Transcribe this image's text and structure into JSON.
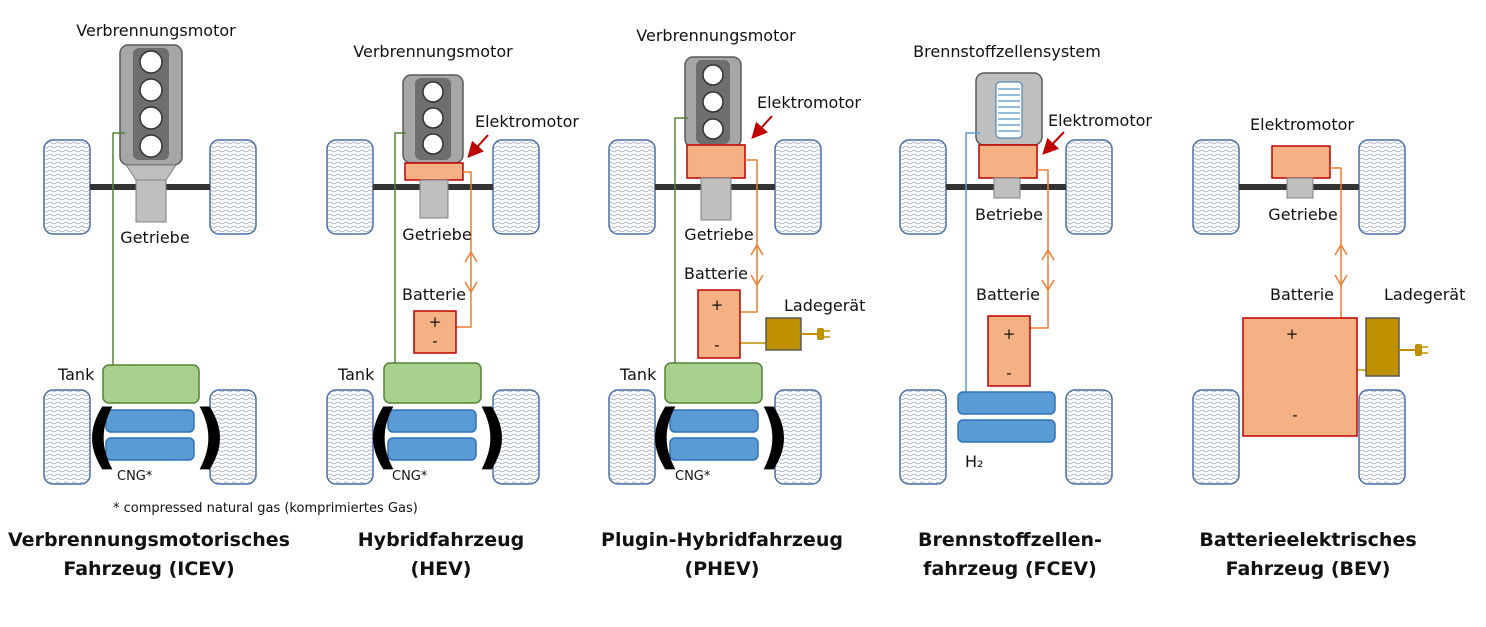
{
  "colors": {
    "tank": "#a9d18e",
    "tank_border": "#548235",
    "cng": "#5b9bd5",
    "cng_border": "#2e75b6",
    "motor": "#f4b183",
    "motor_border": "#c00000",
    "engine": "#7f7f7f",
    "gearbox": "#bfbfbf",
    "charger": "#bf9000",
    "wire_fuel": "#548235",
    "wire_electric": "#ed7d31",
    "wire_h2": "#5b9bd5"
  },
  "footnote": "* compressed natural gas (komprimiertes Gas)",
  "vehicles": [
    {
      "title_line1": "Verbrennungsmotorisches",
      "title_line2": "Fahrzeug (ICEV)",
      "engine_label": "Verbrennungsmotor",
      "gearbox_label": "Getriebe",
      "tank_label": "Tank",
      "cng_label": "CNG*"
    },
    {
      "title_line1": "Hybridfahrzeug",
      "title_line2": "(HEV)",
      "engine_label": "Verbrennungsmotor",
      "motor_label": "Elektromotor",
      "gearbox_label": "Getriebe",
      "battery_label": "Batterie",
      "battery_plus": "+",
      "battery_minus": "-",
      "tank_label": "Tank",
      "cng_label": "CNG*"
    },
    {
      "title_line1": "Plugin-Hybridfahrzeug",
      "title_line2": "(PHEV)",
      "engine_label": "Verbrennungsmotor",
      "motor_label": "Elektromotor",
      "gearbox_label": "Getriebe",
      "battery_label": "Batterie",
      "battery_plus": "+",
      "battery_minus": "-",
      "charger_label": "Ladegerät",
      "tank_label": "Tank",
      "cng_label": "CNG*"
    },
    {
      "title_line1": "Brennstoffzellen-",
      "title_line2": "fahrzeug (FCEV)",
      "fuelcell_label": "Brennstoffzellensystem",
      "motor_label": "Elektromotor",
      "gearbox_label": "Betriebe",
      "battery_label": "Batterie",
      "battery_plus": "+",
      "battery_minus": "-",
      "h2_label": "H₂"
    },
    {
      "title_line1": "Batterieelektrisches",
      "title_line2": "Fahrzeug (BEV)",
      "motor_label": "Elektromotor",
      "gearbox_label": "Getriebe",
      "battery_label": "Batterie",
      "battery_plus": "+",
      "battery_minus": "-",
      "charger_label": "Ladegerät"
    }
  ]
}
